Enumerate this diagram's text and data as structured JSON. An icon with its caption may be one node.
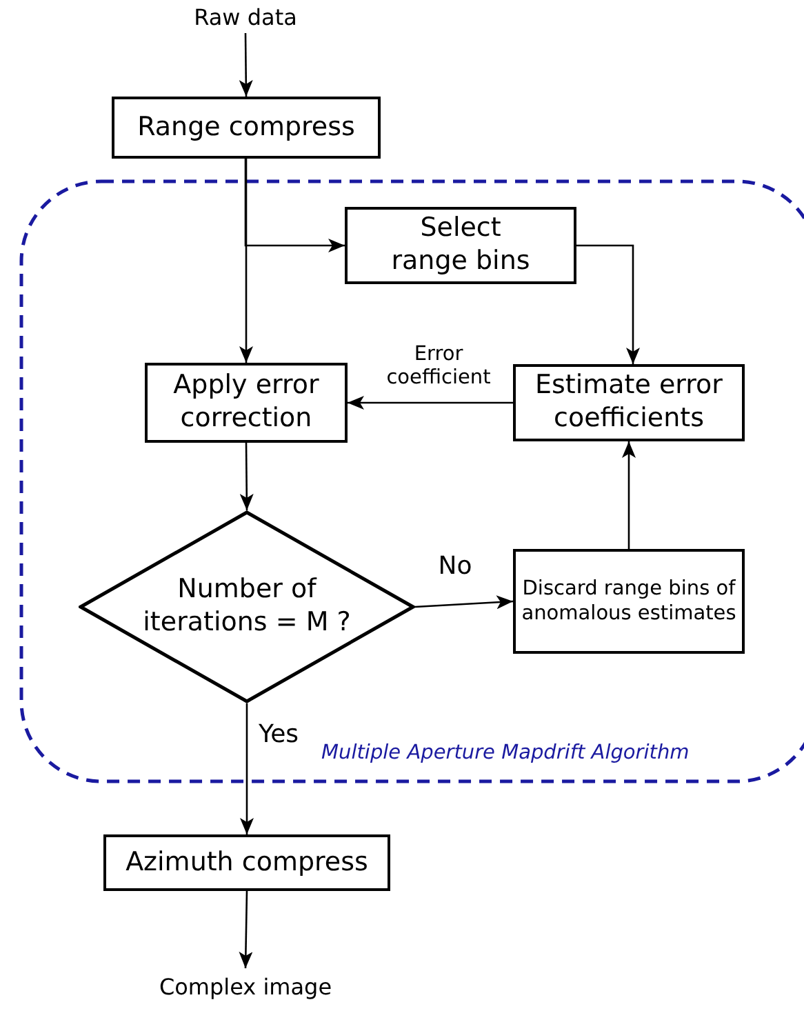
{
  "diagram": {
    "nodes": [
      {
        "text": [
          "Raw data"
        ]
      },
      {
        "text": [
          "Range compress"
        ]
      },
      {
        "text": [
          "Multiple Aperture Mapdrift Algorithm"
        ]
      },
      {
        "text": [
          "Select range bins"
        ],
        "in": 2
      },
      {
        "text": [
          "Apply error correction"
        ],
        "in": 2
      },
      {
        "text": [
          "Estimate error coefficients"
        ],
        "in": 2
      },
      {
        "text": [
          "Number of iterations = M ?"
        ],
        "in": 2
      },
      {
        "text": [
          "Discard range bins of anomalous estimates"
        ],
        "in": 2
      },
      {
        "text": [
          "Azimuth compress"
        ]
      },
      {
        "text": [
          "Complex image"
        ]
      }
    ],
    "edges": [
      {
        "from": 0,
        "to": 1,
        "arrow": "to"
      },
      {
        "from": 1,
        "to": 4,
        "arrow": "to"
      },
      {
        "from": 1,
        "to": 3,
        "arrow": "to"
      },
      {
        "from": 3,
        "to": 5,
        "arrow": "to"
      },
      {
        "from": 5,
        "to": 4,
        "arrow": "to",
        "label": "Error coefficient"
      },
      {
        "from": 4,
        "to": 6,
        "arrow": "to"
      },
      {
        "from": 6,
        "to": 7,
        "arrow": "to",
        "label": "No"
      },
      {
        "from": 7,
        "to": 5,
        "arrow": "to"
      },
      {
        "from": 6,
        "to": 8,
        "arrow": "to",
        "label": "Yes"
      },
      {
        "from": 8,
        "to": 9,
        "arrow": "to"
      }
    ]
  }
}
